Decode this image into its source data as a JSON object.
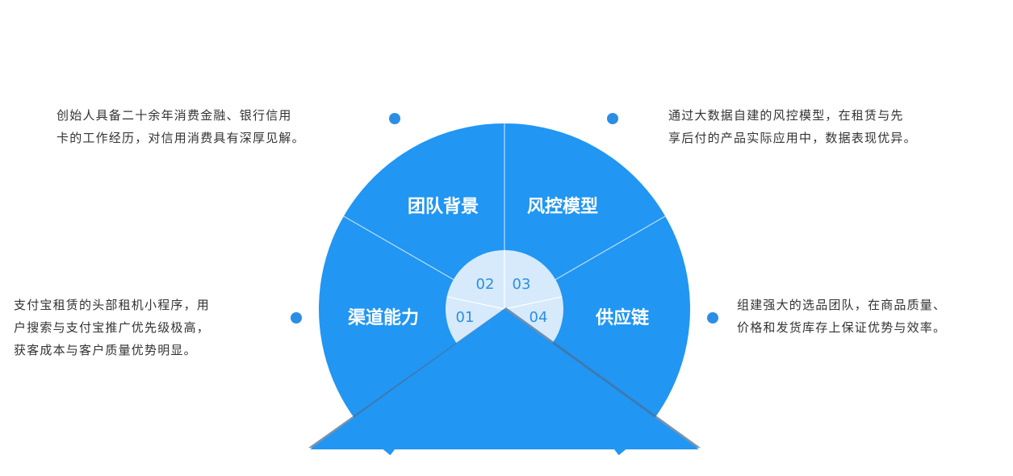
{
  "colors": {
    "primary": "#2196f3",
    "inner": "#d6eafc",
    "number": "#2b8ee6",
    "text": "#333333"
  },
  "segments": [
    {
      "number": "01",
      "label": "渠道能力"
    },
    {
      "number": "02",
      "label": "团队背景"
    },
    {
      "number": "03",
      "label": "风控模型"
    },
    {
      "number": "04",
      "label": "供应链"
    }
  ],
  "descriptions": {
    "team": [
      "创始人具备二十余年消费金融、银行信用",
      "卡的工作经历，对信用消费具有深厚见解。"
    ],
    "risk": [
      "通过大数据自建的风控模型，在租赁与先",
      "享后付的产品实际应用中，数据表现优异。"
    ],
    "channel": [
      "支付宝租赁的头部租机小程序，用",
      "户搜索与支付宝推广优先级极高，",
      "获客成本与客户质量优势明显。"
    ],
    "supply": [
      "组建强大的选品团队，在商品质量、",
      "价格和发货库存上保证优势与效率。"
    ]
  }
}
